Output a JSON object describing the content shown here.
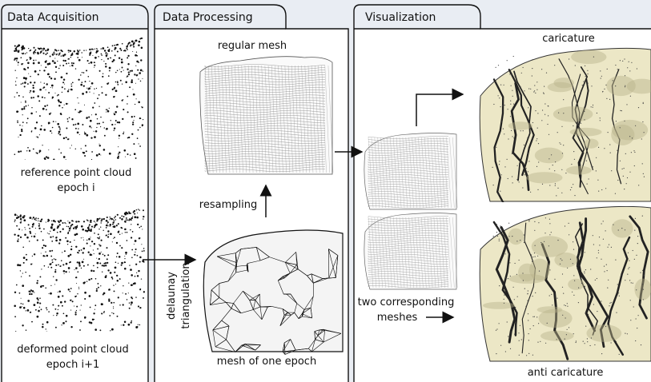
{
  "panels": {
    "acquisition": {
      "title": "Data Acquisition"
    },
    "processing": {
      "title": "Data Processing"
    },
    "visualization": {
      "title": "Visualization"
    }
  },
  "labels": {
    "reference_cloud_line1": "reference point cloud",
    "reference_cloud_line2": "epoch i",
    "deformed_cloud_line1": "deformed point cloud",
    "deformed_cloud_line2": "epoch i+1",
    "regular_mesh": "regular mesh",
    "resampling": "resampling",
    "delaunay_line1": "delaunay",
    "delaunay_line2": "triangulation",
    "mesh_of_one_epoch": "mesh of one epoch",
    "two_corresponding_line1": "two corresponding",
    "two_corresponding_line2": "meshes",
    "caricature": "caricature",
    "anti_caricature": "anti caricature"
  },
  "colors": {
    "background": "#e9edf3",
    "panel_fill": "#ffffff",
    "ink": "#111111",
    "surface": "#ece7c6",
    "surface_shadow": "#b9b28a"
  }
}
